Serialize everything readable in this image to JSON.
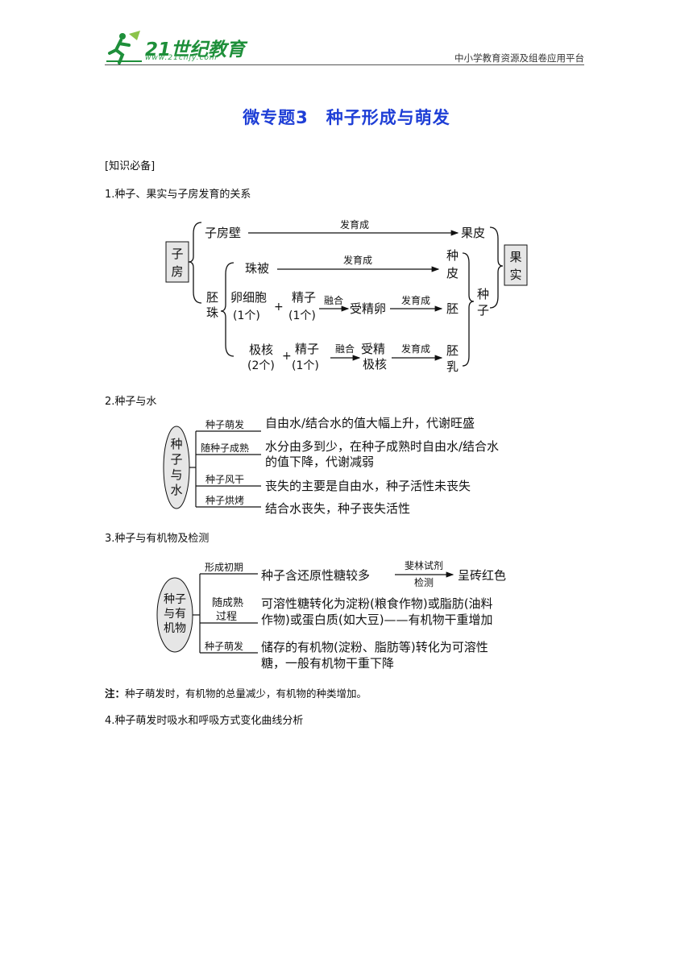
{
  "header": {
    "logo_text": "21世纪教育",
    "logo_url": "www.21cnjy.com",
    "platform": "中小学教育资源及组卷应用平台"
  },
  "title": "微专题3　种子形成与萌发",
  "section_label": "[知识必备]",
  "section1": {
    "heading": "1.种子、果实与子房发育的关系",
    "zifang": [
      "子",
      "房"
    ],
    "guoshi": [
      "果",
      "实"
    ],
    "zhongzi": [
      "种",
      "子"
    ],
    "zifangbi": "子房壁",
    "guopi": "果皮",
    "peizhu": [
      "胚",
      "珠"
    ],
    "zhubei": "珠被",
    "zhongpi": [
      "种",
      "皮"
    ],
    "luanxibao": "卵细胞",
    "one_ge": "(1个)",
    "two_ge": "(2个)",
    "jingzi": "精子",
    "plus": "+",
    "ronghe": "融合",
    "fayucheng": "发育成",
    "shoujingluan": "受精卵",
    "pei": "胚",
    "jihe": "极核",
    "shoujing": "受精",
    "jihe2": "极核",
    "peiru": [
      "胚",
      "乳"
    ]
  },
  "section2": {
    "heading": "2.种子与水",
    "center": [
      "种",
      "子",
      "与",
      "水"
    ],
    "rows": [
      {
        "label": "种子萌发",
        "text": [
          "自由水/结合水的值大幅上升，代谢旺盛"
        ]
      },
      {
        "label": "随种子成熟",
        "text": [
          "水分由多到少，在种子成熟时自由水/结合水",
          "的值下降，代谢减弱"
        ]
      },
      {
        "label": "种子风干",
        "text": [
          "丧失的主要是自由水，种子活性未丧失"
        ]
      },
      {
        "label": "种子烘烤",
        "text": [
          "结合水丧失，种子丧失活性"
        ]
      }
    ]
  },
  "section3": {
    "heading": "3.种子与有机物及检测",
    "center": [
      "种子",
      "与有",
      "机物"
    ],
    "row1_label": "形成初期",
    "row1_text": "种子含还原性糖较多",
    "row1_arrow_top": "斐林试剂",
    "row1_arrow_bottom": "检测",
    "row1_result": "呈砖红色",
    "row2_label": [
      "随成熟",
      "过程"
    ],
    "row2_text": [
      "可溶性糖转化为淀粉(粮食作物)或脂肪(油料",
      "作物)或蛋白质(如大豆)——有机物干重增加"
    ],
    "row3_label": "种子萌发",
    "row3_text": [
      "储存的有机物(淀粉、脂肪等)转化为可溶性",
      "糖，一般有机物干重下降"
    ]
  },
  "note": {
    "label": "注：",
    "text": "种子萌发时，有机物的总量减少，有机物的种类增加。"
  },
  "section4": {
    "heading": "4.种子萌发时吸水和呼吸方式变化曲线分析"
  }
}
